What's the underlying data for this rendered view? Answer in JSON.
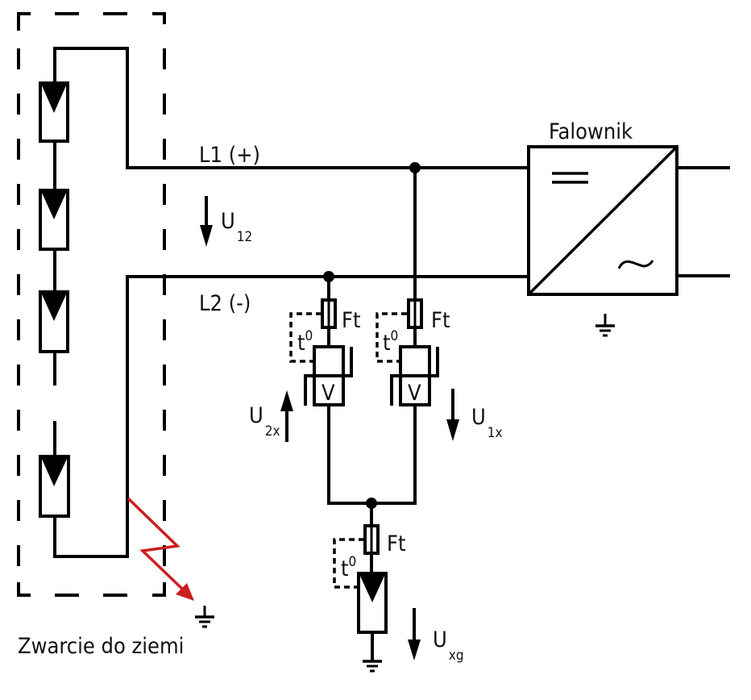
{
  "labels": {
    "l1": "L1 (+)",
    "l2": "L2 (-)",
    "u12_main": "U",
    "u12_sub": "12",
    "inverter": "Falownik",
    "fault": "Zwarcie do ziemi",
    "ft": "Ft",
    "t0_main": "t",
    "t0_sup": "0",
    "varistor": "V",
    "u2x_main": "U",
    "u2x_sub": "2x",
    "u1x_main": "U",
    "u1x_sub": "1x",
    "uxg_main": "U",
    "uxg_sub": "xg"
  },
  "colors": {
    "line": "#000000",
    "fault": "#cc1f1f",
    "background": "#ffffff"
  },
  "icons": {
    "pv_module": "pv-module-icon",
    "ground": "ground-icon",
    "fuse": "fuse-icon",
    "varistor": "varistor-icon",
    "inverter": "dc-ac-inverter-icon",
    "fault_arrow": "lightning-fault-icon"
  }
}
